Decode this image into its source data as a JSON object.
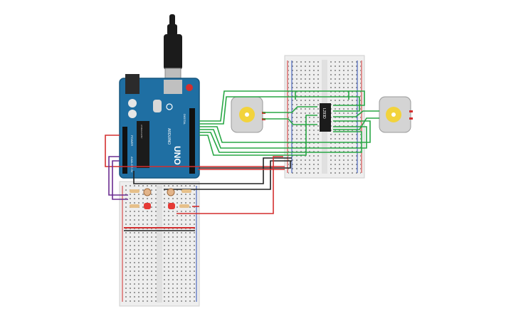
{
  "arduino": {
    "logo_text": "UNO",
    "brand_text": "ARDUINO",
    "ic_label": "ATMEGA328P",
    "digital_label": "DIGITAL",
    "power_label": "POWER",
    "analog_label": "ANALOG IN",
    "reset_label": "RESET"
  },
  "driver": {
    "chip_label": "L293D"
  },
  "colors": {
    "board_blue": "#1f6fa3",
    "wire_green": "#28a745",
    "wire_red": "#d32f2f",
    "wire_black": "#222222",
    "wire_purple": "#6a2d91",
    "motor_gray": "#d4d4d4",
    "motor_shaft": "#f2d33c",
    "led_red": "#e53935",
    "breadboard": "#eeeeee"
  },
  "components": [
    "arduino-uno",
    "usb-cable",
    "motor-driver-breadboard",
    "sensor-breadboard",
    "dc-motor-left",
    "dc-motor-right",
    "motor-driver-chip",
    "photoresistor",
    "led",
    "resistor"
  ]
}
